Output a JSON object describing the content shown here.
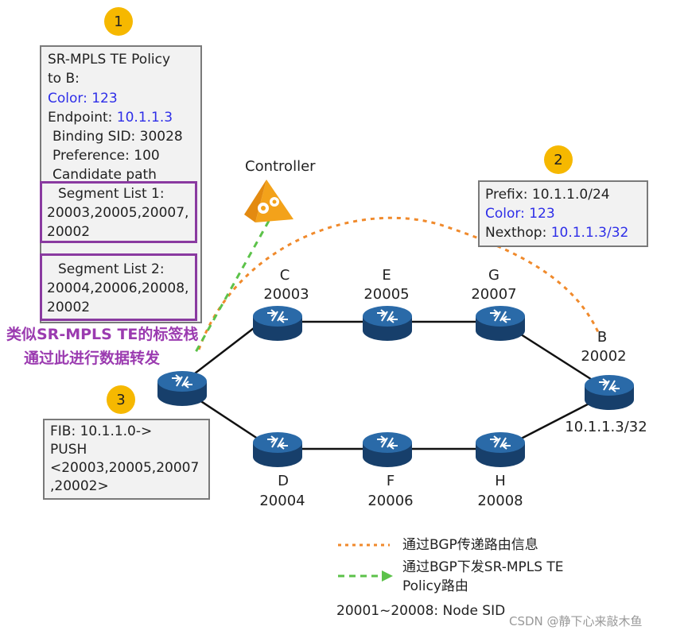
{
  "badges": [
    "1",
    "2",
    "3"
  ],
  "policy_box": {
    "title_line1": "SR-MPLS TE Policy",
    "title_line2": "to B:",
    "color": "Color: 123",
    "endpoint_label": "Endpoint: ",
    "endpoint_value": "10.1.1.3",
    "binding_sid": "Binding SID: 30028",
    "preference": "Preference: 100",
    "candidate": "Candidate path",
    "segment_list_1": [
      "Segment List 1:",
      "20003,20005,20007,",
      "20002"
    ],
    "segment_list_2": [
      "Segment List 2:",
      "20004,20006,20008,",
      "20002"
    ]
  },
  "route_box": {
    "prefix": "Prefix: 10.1.1.0/24",
    "color": "Color: 123",
    "nexthop_label": "Nexthop: ",
    "nexthop_value": "10.1.1.3/32"
  },
  "fib_box": {
    "line1": "FIB: 10.1.1.0->",
    "line2": "PUSH",
    "line3": "<20003,20005,20007",
    "line4": ",20002>"
  },
  "controller_label": "Controller",
  "nodes": {
    "C": {
      "name": "C",
      "sid": "20003"
    },
    "E": {
      "name": "E",
      "sid": "20005"
    },
    "G": {
      "name": "G",
      "sid": "20007"
    },
    "B": {
      "name": "B",
      "sid": "20002",
      "ip": "10.1.1.3/32"
    },
    "D": {
      "name": "D",
      "sid": "20004"
    },
    "F": {
      "name": "F",
      "sid": "20006"
    },
    "H": {
      "name": "H",
      "sid": "20008"
    }
  },
  "annotation": {
    "line1": "类似SR-MPLS TE的标签栈",
    "line2": "通过此进行数据转发"
  },
  "legend": {
    "orange": "通过BGP传递路由信息",
    "green_line1": "通过BGP下发SR-MPLS TE",
    "green_line2": "Policy路由",
    "sid_range": "20001~20008: Node SID"
  },
  "watermark": "CSDN @静下心来敲木鱼",
  "colors": {
    "orange_dash": "#f08a2c",
    "green_dash": "#5cc24a",
    "badge": "#f6b800",
    "router": "#1e4f82",
    "highlight_purple": "#8a3aa0",
    "blue_text": "#2e2ee8"
  }
}
